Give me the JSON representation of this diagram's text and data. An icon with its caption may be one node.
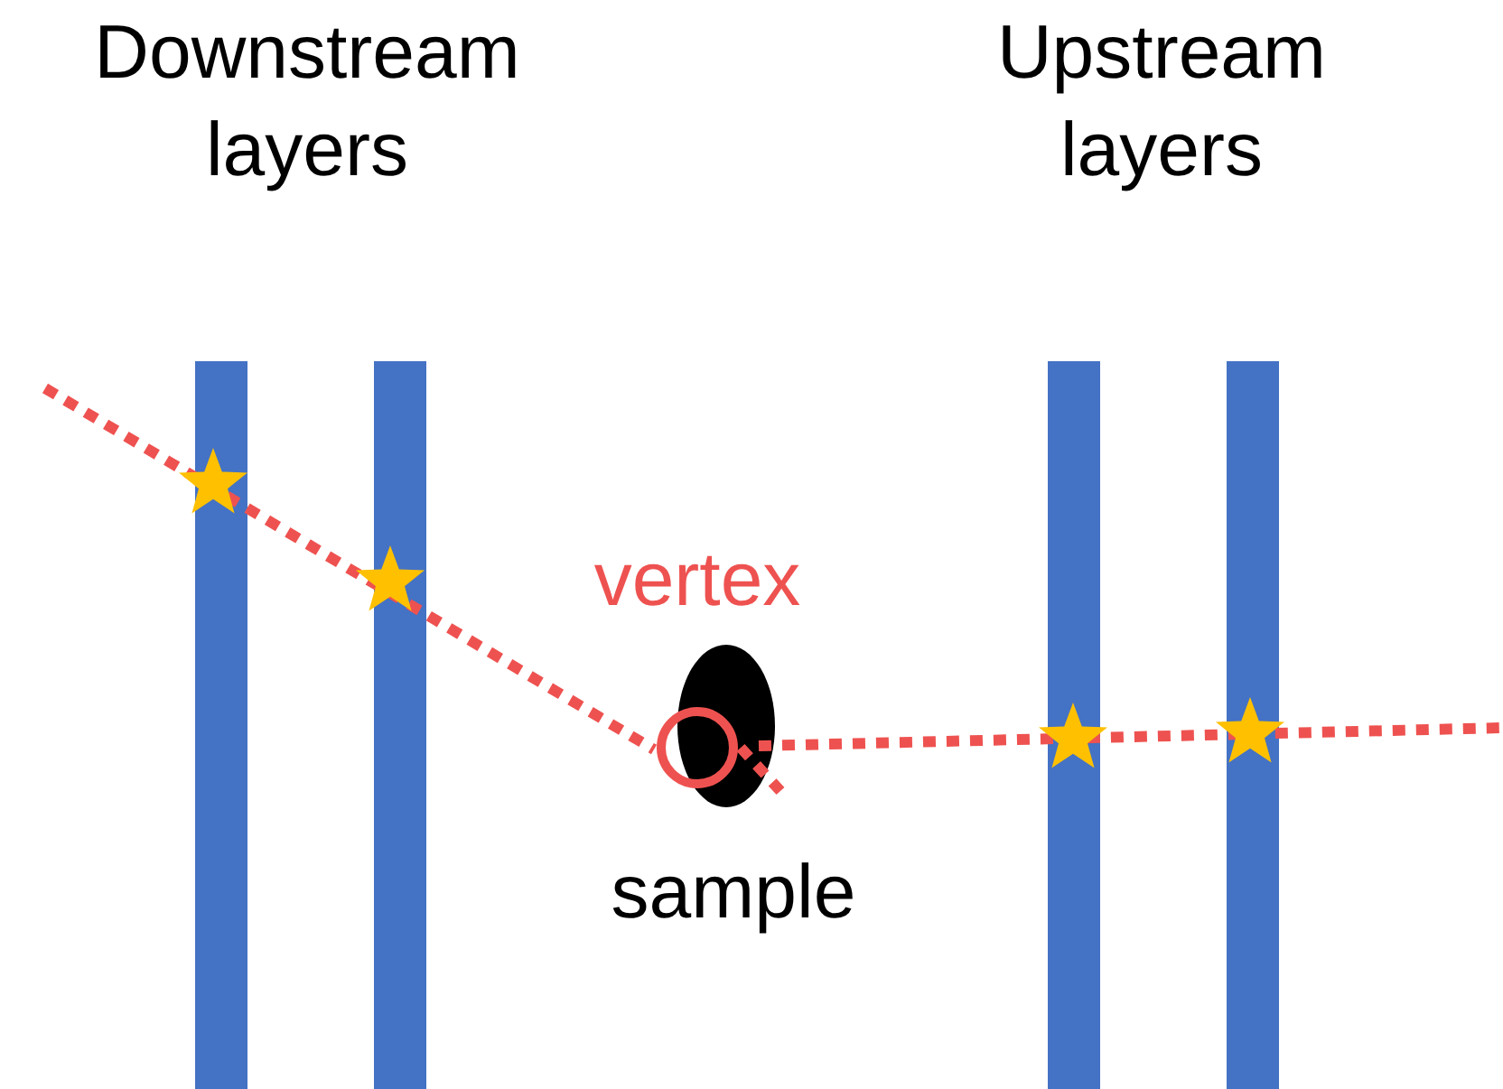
{
  "diagram": {
    "labels": [
      "Downstream layers",
      "Upstream layers",
      "vertex",
      "sample"
    ]
  }
}
